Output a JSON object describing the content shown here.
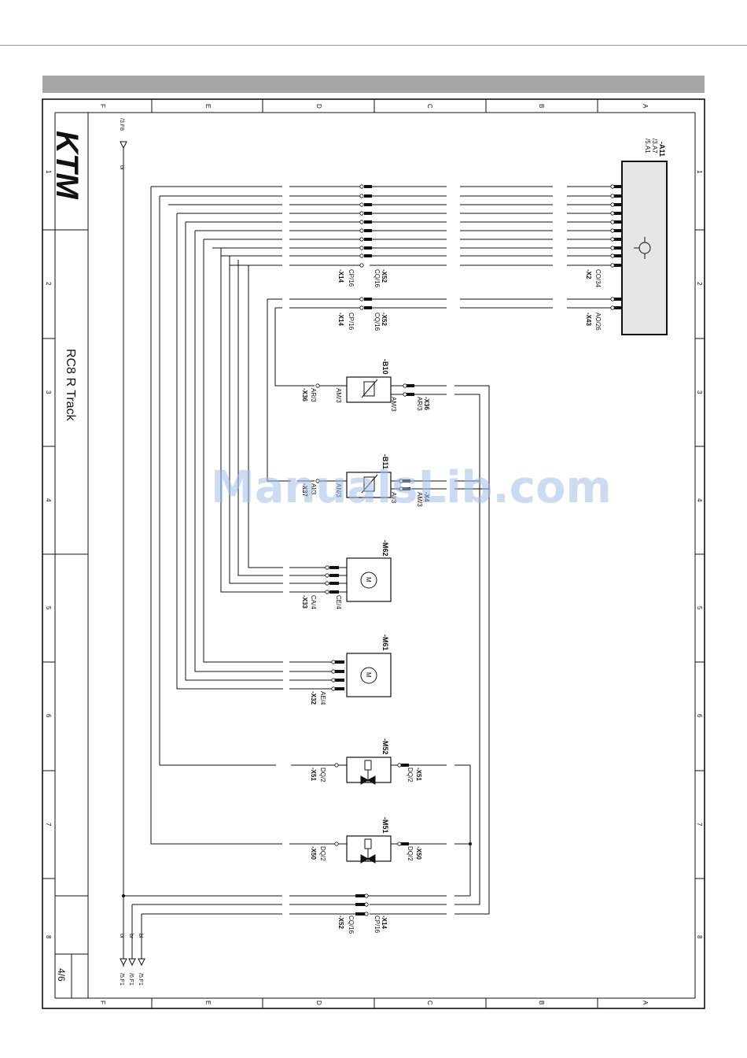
{
  "sheet": {
    "title": "RC8 R Track",
    "page": "4/6",
    "row_markers": [
      "F",
      "E",
      "D",
      "C",
      "B",
      "A"
    ],
    "col_markers": [
      "1",
      "2",
      "3",
      "4",
      "5",
      "6",
      "7",
      "8"
    ],
    "watermark": "ManualsLib.com",
    "logo": "KTM"
  },
  "components": {
    "A11": {
      "id": "-A11",
      "refs": [
        "/3.A7",
        "/5.A1"
      ]
    },
    "B10": {
      "id": "-B10"
    },
    "B11": {
      "id": "-B11"
    },
    "M62": {
      "id": "-M62",
      "symbol": "M"
    },
    "M61": {
      "id": "-M61",
      "symbol": "M"
    },
    "M52": {
      "id": "-M52"
    },
    "M51": {
      "id": "-M51"
    }
  },
  "connectors": {
    "x14_top": {
      "id": "-X14",
      "pins": "CP/16"
    },
    "x52_top": {
      "id": "-X52",
      "pins": "CQ/16"
    },
    "x2": {
      "id": "-X2",
      "pins": "CO/34"
    },
    "x14_mid": {
      "id": "-X14",
      "pins": "CP/16"
    },
    "x52_mid": {
      "id": "-X52",
      "pins": "CQ/16"
    },
    "x43": {
      "id": "-X43",
      "pins": "AO/26"
    },
    "x36_left": {
      "id": "-X36",
      "pins": "AR/3"
    },
    "b10_left_pins": "AM/3",
    "b10_right_pins": "AM/3",
    "x36_right": {
      "id": "-X36",
      "pins": "AR/3"
    },
    "b11_left": {
      "id": "-X37",
      "pins": "AI/3"
    },
    "b11_left_inner": "AN/3",
    "b11_right_inner": "AI/3",
    "b11_right": {
      "id": "-X4",
      "pins": "AM/3"
    },
    "x33": {
      "id": "-X33",
      "pins": "CA/4"
    },
    "m62_pins": "CE/4",
    "x32": {
      "id": "-X32",
      "pins": "AE/4"
    },
    "x51_left": {
      "id": "-X51",
      "pins": "DQ/2"
    },
    "x51_right": {
      "id": "-X51",
      "pins": "DQ/2"
    },
    "x50_left": {
      "id": "-X50",
      "pins": "DQ/2"
    },
    "x50_right": {
      "id": "-X50",
      "pins": "DQ/2"
    },
    "x52_bottom": {
      "id": "-X52",
      "pins": "CQ/16"
    },
    "x14_bottom": {
      "id": "-X14",
      "pins": "CP/16"
    }
  },
  "references": {
    "top_in": {
      "ref": "/3.F8",
      "sig": "or"
    },
    "bot_or": {
      "ref": "/5.F1",
      "sig": "or"
    },
    "bot_br": {
      "ref": "/6.F1",
      "sig": "br"
    },
    "bot_bl": {
      "ref": "/5.F1",
      "sig": "bl"
    }
  }
}
